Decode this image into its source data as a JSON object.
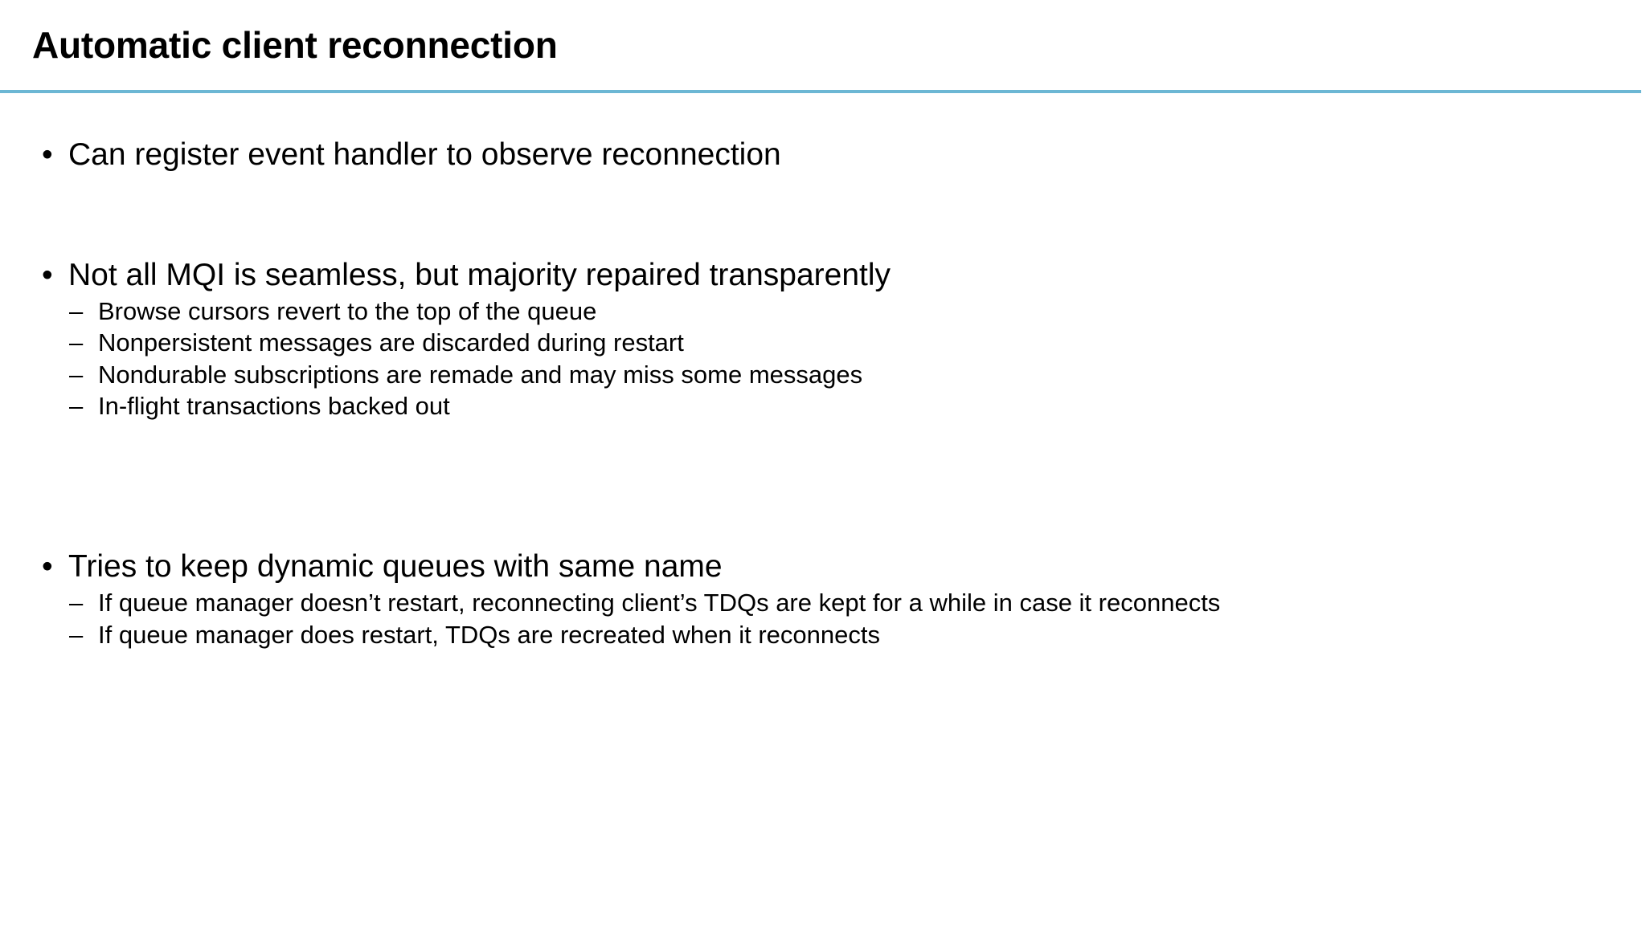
{
  "slide": {
    "title": "Automatic client reconnection",
    "accent_color": "#6CB7D4",
    "background_color": "#FFFFFF",
    "text_color": "#000000",
    "bullet_marker_level1": "•",
    "bullet_marker_level2": "–",
    "blocks": [
      {
        "level": 1,
        "text": "Can register event handler to observe reconnection",
        "children": []
      },
      {
        "level": 1,
        "text": "Not all MQI is seamless, but majority repaired transparently",
        "children": [
          {
            "level": 2,
            "text": "Browse cursors revert to the top of the queue"
          },
          {
            "level": 2,
            "text": "Nonpersistent messages are discarded during restart"
          },
          {
            "level": 2,
            "text": "Nondurable subscriptions are remade and may miss some messages"
          },
          {
            "level": 2,
            "text": "In-flight transactions backed out"
          }
        ]
      },
      {
        "level": 1,
        "text": "Tries to keep dynamic queues with same name",
        "children": [
          {
            "level": 2,
            "text": "If queue manager doesn’t restart, reconnecting client’s TDQs are kept for a while in case it reconnects"
          },
          {
            "level": 2,
            "text": "If queue manager does restart, TDQs are recreated when it reconnects"
          }
        ]
      }
    ]
  }
}
